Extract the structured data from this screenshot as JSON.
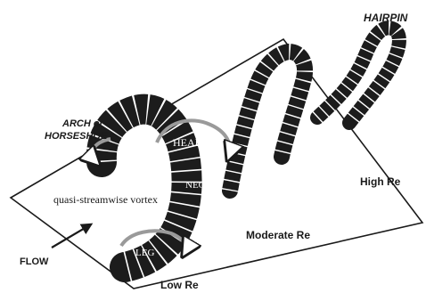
{
  "labels": {
    "hairpin": "HAIRPIN",
    "arch_line1": "ARCH or",
    "arch_line2": "HORSESHOE",
    "head": "HEAD",
    "neck": "NECK",
    "leg": "LEG",
    "quasi": "quasi-streamwise vortex",
    "high_re": "High Re",
    "moderate_re": "Moderate Re",
    "low_re": "Low Re",
    "flow": "FLOW"
  },
  "colors": {
    "vortex": "#1c1c1c",
    "band": "#ffffff",
    "plate": "#1a1a1a",
    "rotation_arrow": "#9a9a9a"
  }
}
